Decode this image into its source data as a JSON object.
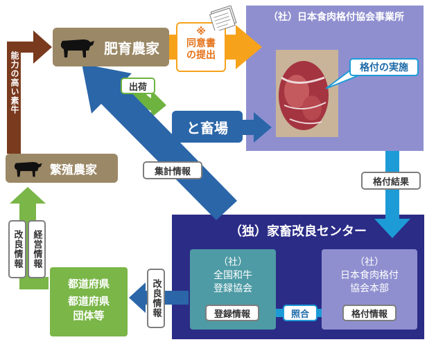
{
  "nodes": {
    "fattening_farm": "肥育農家",
    "breeding_farm": "繁殖農家",
    "slaughterhouse": "と畜場",
    "grading_office": "（社）日本食肉格付協会事業所",
    "grading_label": "格付の実施",
    "center_title": "（独）家畜改良センター",
    "wagyu_org_line1": "（社）",
    "wagyu_org_line2": "全国和牛",
    "wagyu_org_line3": "登録協会",
    "grading_hq_line1": "（社）",
    "grading_hq_line2": "日本食肉格付",
    "grading_hq_line3": "協会本部",
    "prefecture_line1": "都道府県",
    "prefecture_line2": "都道府県",
    "prefecture_line3": "団体等"
  },
  "labels": {
    "consent_mark": "※",
    "consent_line1": "同意書",
    "consent_line2": "の提出",
    "shipment": "出荷",
    "high_ability_cattle": "能力の高い素牛",
    "aggregate_info": "集計情報",
    "grading_results": "格付結果",
    "registration_info": "登録情報",
    "matching": "照合",
    "grading_info": "格付情報",
    "improvement_info_center": "改良情報",
    "improvement_info_left": "改良情報",
    "management_info": "経営情報"
  },
  "icons": [
    "cow-icon",
    "document-icon",
    "beef-photo"
  ],
  "colors": {
    "farm_brown": "#9b8866",
    "orange": "#f7a21b",
    "green": "#7ab648",
    "blue": "#2b66a8",
    "navy": "#2b2c86",
    "lavender": "#8f8fd0",
    "teal": "#4e9ba5",
    "cyan": "#1d9bd7"
  }
}
